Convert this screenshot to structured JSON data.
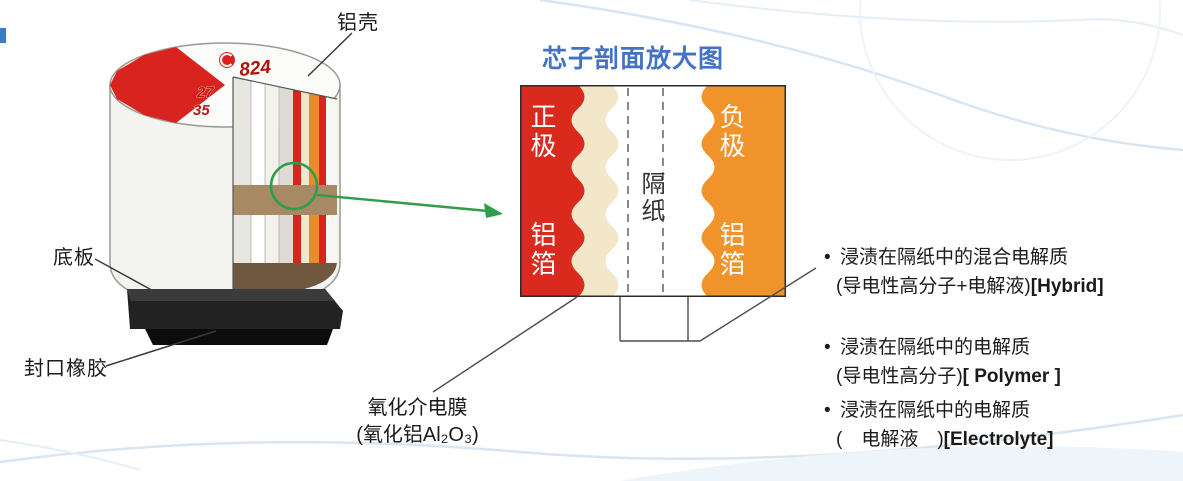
{
  "colors": {
    "anode_red": "#D9231F",
    "cathode_orange": "#F0932B",
    "dielectric_cream": "#F2E8C9",
    "title_blue": "#4472C4",
    "callout_green": "#2E9D4C"
  },
  "capacitor": {
    "shell_label": "铝壳",
    "bottom_plate_label": "底板",
    "seal_label": "封口橡胶",
    "marking_code": "824",
    "marking_line1": "27",
    "marking_line2": "35"
  },
  "cross_section": {
    "title": "芯子剖面放大图",
    "anode_line1": "正极",
    "anode_line2": "铝箔",
    "separator": "隔纸",
    "cathode_line1": "负极",
    "cathode_line2": "铝箔"
  },
  "dielectric_note": {
    "line1": "氧化介电膜",
    "line2": "(氧化铝Al₂O₃)"
  },
  "bullet_char": "•",
  "notes": [
    {
      "line1": "浸渍在隔纸中的混合电解质",
      "line2": "(导电性高分子+电解液)",
      "tag": "[Hybrid]"
    },
    {
      "line1": "浸渍在隔纸中的电解质",
      "line2": "(导电性高分子)",
      "tag": "[ Polymer ]"
    },
    {
      "line1": "浸渍在隔纸中的电解质",
      "line2": "(　电解液　)",
      "tag": "[Electrolyte]"
    }
  ]
}
